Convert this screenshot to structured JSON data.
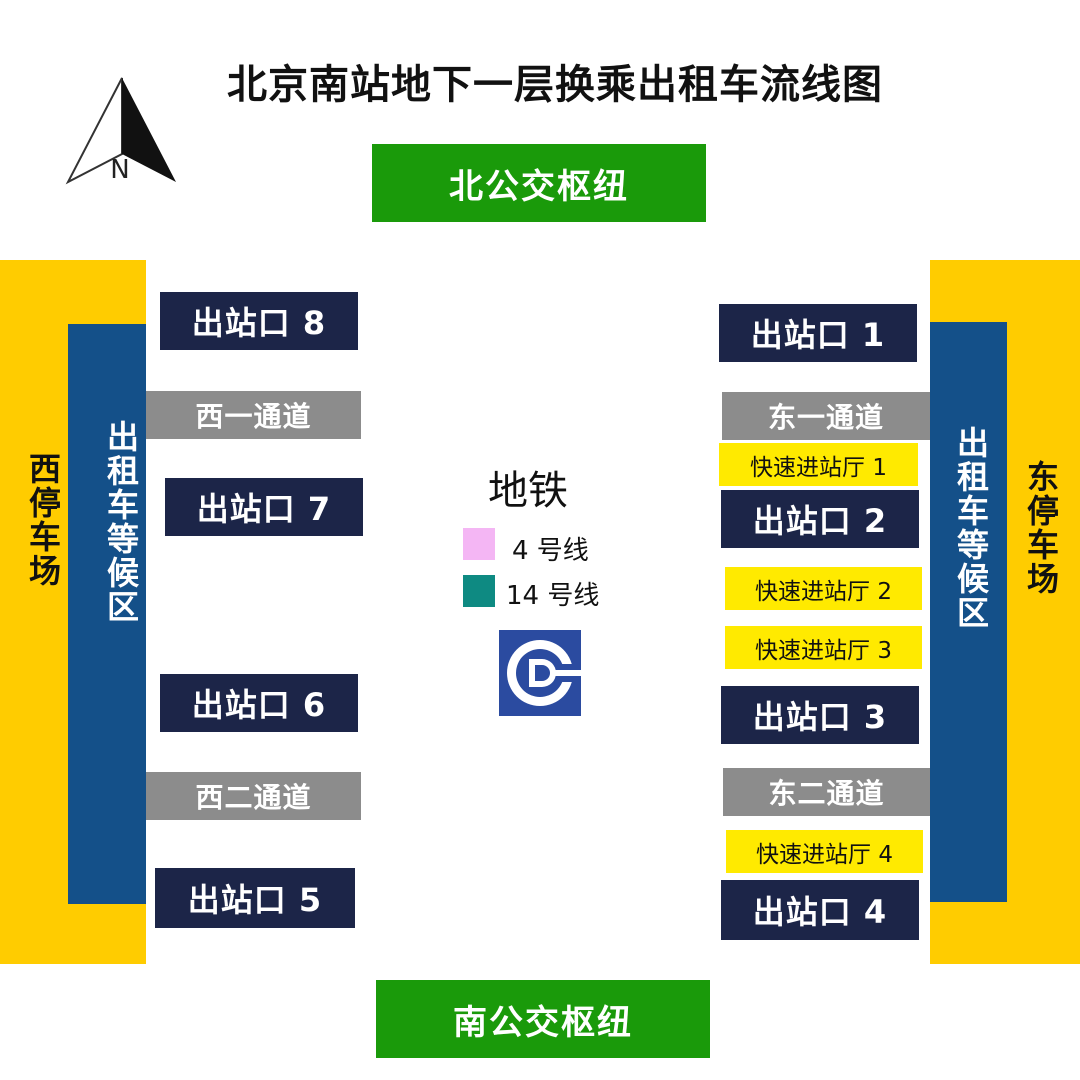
{
  "title": "北京南站地下一层换乘出租车流线图",
  "compass": {
    "label": "N"
  },
  "north_hub": "北公交枢纽",
  "south_hub": "南公交枢纽",
  "west": {
    "parking": "西停车场",
    "waiting": "出租车等候区",
    "exit8": "出站口 8",
    "channel1": "西一通道",
    "exit7": "出站口 7",
    "exit6": "出站口 6",
    "channel2": "西二通道",
    "exit5": "出站口 5"
  },
  "east": {
    "parking": "东停车场",
    "waiting": "出租车等候区",
    "exit1": "出站口 1",
    "channel1": "东一通道",
    "fast1": "快速进站厅 1",
    "exit2": "出站口 2",
    "fast2": "快速进站厅 2",
    "fast3": "快速进站厅 3",
    "exit3": "出站口 3",
    "channel2": "东二通道",
    "fast4": "快速进站厅 4",
    "exit4": "出站口 4"
  },
  "metro": {
    "title": "地铁",
    "legend": [
      {
        "label": "4 号线",
        "color": "#f4b6f4"
      },
      {
        "label": "14 号线",
        "color": "#0e8a82"
      }
    ],
    "logo_icon": "beijing-subway-logo-icon"
  },
  "colors": {
    "hub": "#1a9a0a",
    "exit": "#1c2548",
    "channel": "#8c8c8c",
    "fast_hall": "#ffea00",
    "parking": "#ffcc00",
    "waiting": "#145089",
    "logo": "#2b4ba0"
  }
}
